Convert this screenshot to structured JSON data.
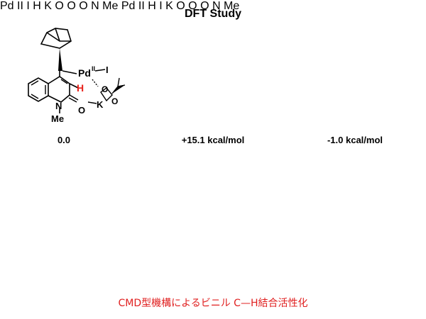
{
  "title": "DFT Study",
  "structures": [
    {
      "energy": "0.0",
      "labels": {
        "pd": "Pd",
        "pd_ox": "II",
        "halide": "I",
        "hydrogen": "H",
        "potassium": "K",
        "nitrogen": "N",
        "methyl": "Me",
        "oxygen": "O"
      }
    },
    {
      "energy": "+15.1 kcal/mol",
      "labels": {
        "pd": "Pd",
        "pd_ox": "II",
        "halide": "I",
        "hydrogen": "H",
        "potassium": "K",
        "nitrogen": "N",
        "methyl": "Me",
        "oxygen": "O"
      }
    },
    {
      "energy": "-1.0 kcal/mol",
      "labels": {
        "pd": "Pd",
        "pd_ox": "II",
        "halide": "I",
        "hydrogen": "H",
        "potassium": "K",
        "nitrogen": "N",
        "methyl": "Me",
        "oxygen": "O"
      }
    }
  ],
  "caption": "CMD型機構によるビニル C—H結合活性化",
  "colors": {
    "hydrogen_label": "#e8201a",
    "caption": "#e02020",
    "pd_atom": "#20b8b8",
    "iodine_atom": "#9b2fb0",
    "oxygen_atom": "#d61c1c",
    "nitrogen_atom": "#3030c8",
    "carbon_atom": "#8a8a8a",
    "h_atom": "#f2f2f2"
  }
}
